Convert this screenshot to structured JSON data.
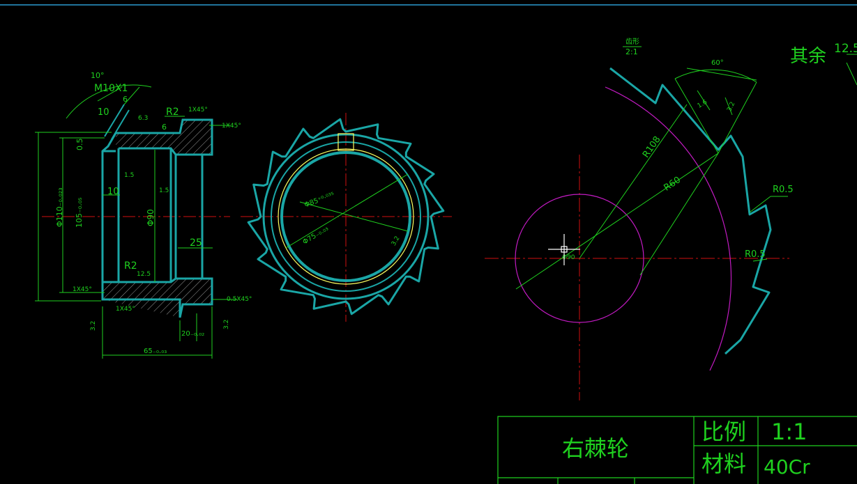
{
  "colors": {
    "background": "#000000",
    "part_outline": "#1aa6a6",
    "dimension": "#1fd11f",
    "centerline": "#d01010",
    "construction": "#c21bc2",
    "text": "#1fd11f",
    "hatch": "#9a9a9a",
    "ring": "#ffff60",
    "frame_line": "#2a9bd0"
  },
  "section_view": {
    "angle_label": "10°",
    "thread_label": "M10X1",
    "dim_10_top": "10",
    "dim_6_a": "6",
    "dim_6_b": "6",
    "dim_05": "0.5",
    "radius_top": "R2",
    "roughness_63": "6.3",
    "chamfer_tr": "1X45°",
    "chamfer_right": "1X45°",
    "dim_10_left": "10",
    "roughness_12_a": "1.5",
    "roughness_12_b": "1.5",
    "bore_dia": "Φ90",
    "dim_25": "25",
    "radius_bottom": "R2",
    "roughness_125": "12.5",
    "chamfer_bl": "1X45°",
    "chamfer_bm": "1X45°",
    "chamfer_br": "0.5X45°",
    "outer_dia": "Φ110₋₀.₀₂₃",
    "inner_dia": "105₋₀.₀₅",
    "roughness_32_a": "3.2",
    "roughness_32_b": "3.2",
    "dim_20": "20₋₀.₀₂",
    "length": "65₋₀.₀₃"
  },
  "front_view": {
    "dia_label_1": "Φ85⁺⁰·⁰³⁵",
    "dia_label_2": "Φ75₋₀.₀₃",
    "roughness": "3.2"
  },
  "tooth_detail": {
    "tooth_profile_label": "齿形",
    "scale_label": "2:1",
    "angle_label": "60°",
    "roughness_a": "1.6",
    "roughness_b": "3.2",
    "r108": "R108",
    "r60": "R60",
    "r05_a": "R0.5",
    "r05_b": "R0.5",
    "dia_label": "Φ90"
  },
  "general_note": {
    "prefix": "其余",
    "roughness": "12.5"
  },
  "title_block": {
    "part_name": "右棘轮",
    "scale_label": "比例",
    "scale_value": "1:1",
    "material_label": "材料",
    "material_value": "40Cr"
  }
}
